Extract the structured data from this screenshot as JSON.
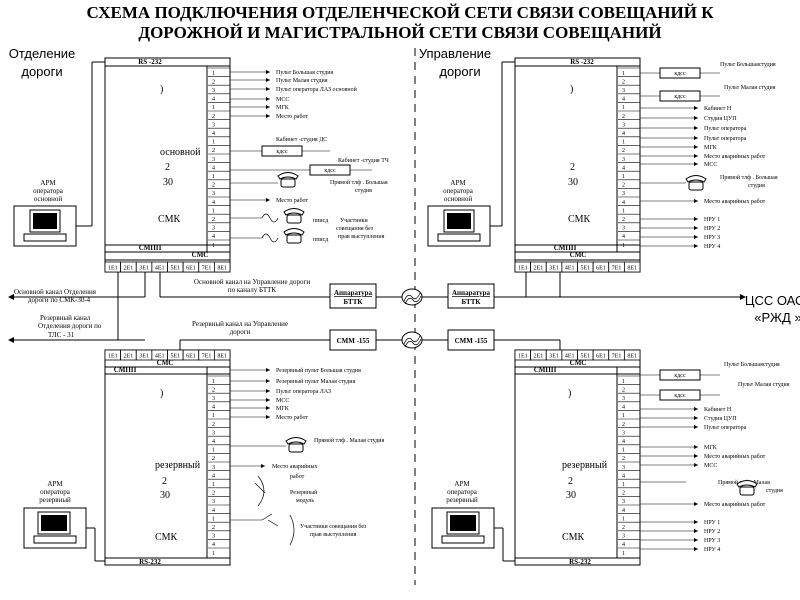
{
  "title_line1": "СХЕМА ПОДКЛЮЧЕНИЯ ОТДЕЛЕНЧЕСКОЙ СЕТИ СВЯЗИ СОВЕЩАНИЙ К",
  "title_line2": "ДОРОЖНОЙ И МАГИСТРАЛЬНОЙ СЕТИ СВЯЗИ СОВЕЩАНИЙ",
  "left_header_1": "Отделение",
  "left_header_2": "дороги",
  "right_header_1": "Управление",
  "right_header_2": "дороги",
  "rs232": "RS -232",
  "rs232_b": "RS-232",
  "smp": "СМПП",
  "sms": "СМС",
  "smk": "СМК",
  "main_label": "основной",
  "reserve_label": "резервный",
  "ports": [
    "1Е1",
    "2Е1",
    "3Е1",
    "4Е1",
    "5Е1",
    "6Е1",
    "7Е1",
    "8Е1"
  ],
  "arm_main": [
    "АРМ",
    "оператора",
    "основной"
  ],
  "arm_reserve": [
    "АРМ",
    "оператора",
    "резервный"
  ],
  "main_channel_left": [
    "Основной канал Отделения",
    "дороги по СМК-30-4"
  ],
  "reserve_channel_left": [
    "Резервный канал",
    "Отделения дороги по",
    "ТЛС  - 31"
  ],
  "main_channel_mid": [
    "Основной канал на Управление дороги",
    "по каналу БТТК"
  ],
  "reserve_channel_mid": [
    "Резервный канал на Управление",
    "дороги"
  ],
  "apparatura": "Аппаратура",
  "bttk": "БТТК",
  "smm": "СММ -155",
  "tsss": [
    "ЦСС ОАО",
    "«РЖД »"
  ],
  "kdss": "кдсс",
  "ppsd": "пписд",
  "tl_labels": [
    "Пульт Большая студия",
    "Пульт Малая студия",
    "Пульт оператора ЛАЗ основной",
    "МСС",
    "МГК",
    "Место работ",
    "Кабинет -студия ДС",
    "Кабинет -студия ТЧ",
    "Прямой тлф . Большая",
    "студия",
    "Место работ",
    "Участники",
    "совещания без",
    "прав выступления"
  ],
  "bl_labels": [
    "Резервный пульт Большая студия",
    "Резервный пульт Малая студия",
    "Пульт оператора ЛАЗ",
    "МСС",
    "МГК",
    "Место работ",
    "Прямой тлф . Малая студия",
    "Место аварийных",
    "работ",
    "Резервный",
    "модуль",
    "Участники совещания без",
    "прав выступления"
  ],
  "tr_labels": [
    "Пульт Большаястудия",
    "Пульт Малая студия",
    "Кабинет Н",
    "Студия ЦУП",
    "Пульт оператора",
    "Пульт оператора",
    "МГК",
    "Место аварийных работ",
    "МСС",
    "Прямой тлф . Большая",
    "студия",
    "Место аварийных  работ",
    "НРУ  1",
    "НРУ  2",
    "НРУ  3",
    "НРУ  4"
  ],
  "br_labels": [
    "Пульт Большаястудия",
    "Пульт Малая студия",
    "Кабинет Н",
    "Студия ЦУП",
    "Пульт оператора",
    "МГК",
    "Место аварийных работ",
    "МСС",
    "Прямой тлф . Малая",
    "студия",
    "Место аварийных работ",
    "НРУ  1",
    "НРУ  2",
    "НРУ  3",
    "НРУ  4"
  ],
  "slot_nums": [
    "1",
    "2",
    "3",
    "4"
  ]
}
